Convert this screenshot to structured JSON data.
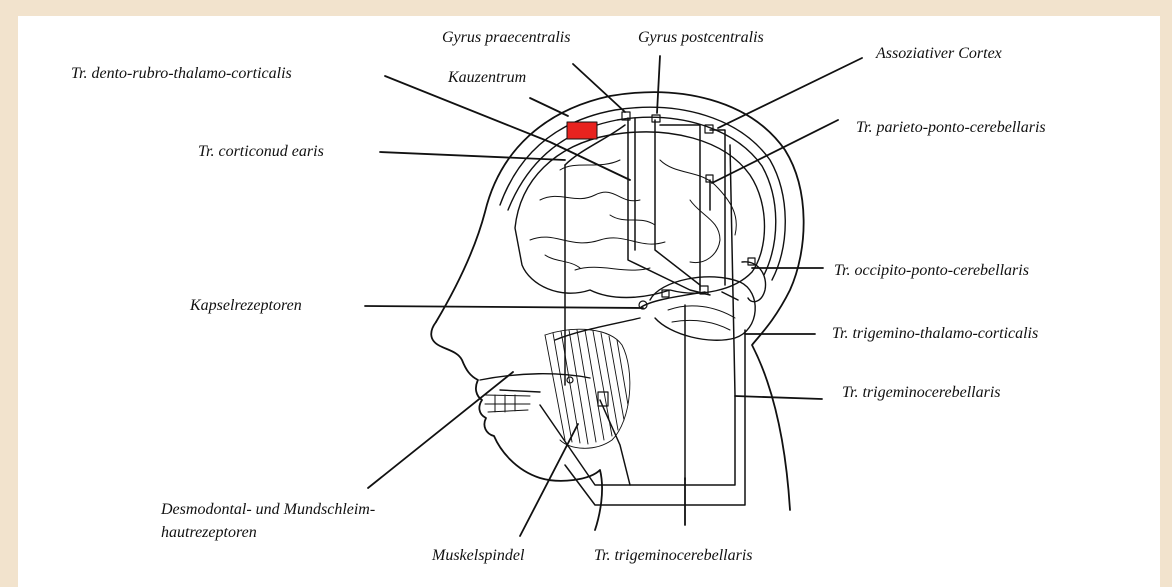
{
  "labels": {
    "gyrus_praecentralis": "Gyrus praecentralis",
    "gyrus_postcentralis": "Gyrus postcentralis",
    "assoziativer_cortex": "Assoziativer Cortex",
    "tr_dento_rubro": "Tr. dento-rubro-thalamo-corticalis",
    "kauzentrum": "Kauzentrum",
    "tr_parieto_ponto": "Tr. parieto-ponto-cerebellaris",
    "tr_corticonuclearis": "Tr. corticonud earis",
    "kapselrezeptoren": "Kapselrezeptoren",
    "tr_occipito_ponto": "Tr. occipito-ponto-cerebellaris",
    "tr_trigemino_thalamo": "Tr. trigemino-thalamo-corticalis",
    "tr_trigeminocerebellaris_right": "Tr. trigeminocerebellaris",
    "desmodontal_line1": "Desmodontal- und Mundschleim-",
    "desmodontal_line2": "hautrezeptoren",
    "muskelspindel": "Muskelspindel",
    "tr_trigeminocerebellaris_bottom": "Tr. trigeminocerebellaris"
  },
  "colors": {
    "kauzentrum_marker": "#e8231f",
    "background": "#f2e3cd"
  }
}
